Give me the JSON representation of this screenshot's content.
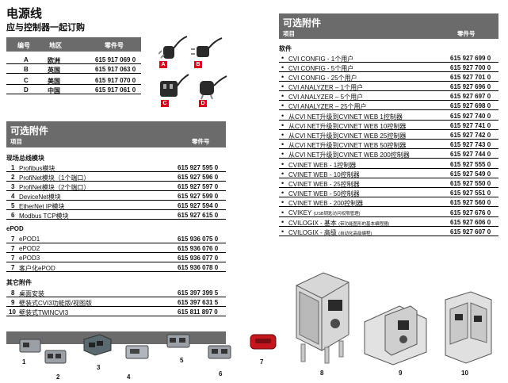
{
  "cords": {
    "title": "电源线",
    "subtitle": "应与控制器一起订购",
    "headers": {
      "code": "编号",
      "region": "地区",
      "part": "零件号"
    },
    "rows": [
      {
        "code": "A",
        "region": "欧洲",
        "part": "615 917 069 0"
      },
      {
        "code": "B",
        "region": "英国",
        "part": "615 917 063 0"
      },
      {
        "code": "C",
        "region": "美国",
        "part": "615 917 070 0"
      },
      {
        "code": "D",
        "region": "中国",
        "part": "615 917 061 0"
      }
    ],
    "plug_letters": [
      "A",
      "B",
      "C",
      "D"
    ]
  },
  "left_accessories": {
    "title": "可选附件",
    "col_item": "项目",
    "col_part": "零件号",
    "fieldbus": {
      "heading": "现场总线模块",
      "items": [
        {
          "num": "1",
          "label": "Profibus模块",
          "part": "615 927 595 0"
        },
        {
          "num": "2",
          "label": "ProfiNet模块（1个端口）",
          "part": "615 927 596 0"
        },
        {
          "num": "3",
          "label": "ProfiNet模块（2个端口）",
          "part": "615 927 597 0"
        },
        {
          "num": "4",
          "label": "DeviceNet模块",
          "part": "615 927 599 0"
        },
        {
          "num": "5",
          "label": "EtherNet IP模块",
          "part": "615 927 594 0"
        },
        {
          "num": "6",
          "label": "Modbus TCP模块",
          "part": "615 927 615 0"
        }
      ]
    },
    "epod": {
      "heading": "ePOD",
      "items": [
        {
          "num": "7",
          "label": "ePOD1",
          "part": "615 936 075 0"
        },
        {
          "num": "7",
          "label": "ePOD2",
          "part": "615 936 076 0"
        },
        {
          "num": "7",
          "label": "ePOD3",
          "part": "615 936 077 0"
        },
        {
          "num": "7",
          "label": "客户化ePOD",
          "part": "615 936 078 0"
        }
      ]
    },
    "other": {
      "heading": "其它附件",
      "items": [
        {
          "num": "8",
          "label": "桌面安装",
          "part": "615 397 399 5"
        },
        {
          "num": "9",
          "label": "壁装式CVI3功能版/视图版",
          "part": "615 397 631 5"
        },
        {
          "num": "10",
          "label": "壁装式TWINCVI3",
          "part": "615 811 897 0"
        }
      ]
    }
  },
  "right_accessories": {
    "title": "可选附件",
    "col_item": "项目",
    "col_part": "零件号",
    "software_heading": "软件",
    "groups": [
      [
        {
          "label": "CVI CONFIG - 1个用户",
          "part": "615 927 699 0"
        },
        {
          "label": "CVI CONFIG - 5个用户",
          "part": "615 927 700 0"
        },
        {
          "label": "CVI CONFIG - 25个用户",
          "part": "615 927 701 0"
        }
      ],
      [
        {
          "label": "CVI ANALYZER – 1个用户",
          "part": "615 927 696 0"
        },
        {
          "label": "CVI ANALYZER – 5个用户",
          "part": "615 927 697 0"
        },
        {
          "label": "CVI ANALYZER – 25个用户",
          "part": "615 927 698 0"
        }
      ],
      [
        {
          "label": "从CVI NET升级到CVINET WEB 1控制器",
          "part": "615 927 740 0"
        },
        {
          "label": "从CVI NET升级到CVINET WEB 10控制器",
          "part": "615 927 741 0"
        },
        {
          "label": "从CVI NET升级到CVINET WEB 25控制器",
          "part": "615 927 742 0"
        },
        {
          "label": "从CVI NET升级到CVINET WEB 50控制器",
          "part": "615 927 743 0"
        },
        {
          "label": "从CVI NET升级到CVINET WEB 200控制器",
          "part": "615 927 744 0"
        }
      ],
      [
        {
          "label": "CVINET WEB - 1控制器",
          "part": "615 927 555 0"
        },
        {
          "label": "CVINET WEB - 10控制器",
          "part": "615 927 549 0"
        },
        {
          "label": "CVINET WEB - 25控制器",
          "part": "615 927 550 0"
        },
        {
          "label": "CVINET WEB - 50控制器",
          "part": "615 927 551 0"
        },
        {
          "label": "CVINET WEB - 200控制器",
          "part": "615 927 560 0"
        }
      ],
      [
        {
          "label": "CVIKEY",
          "note": "(USB钥匙访问权限管理)",
          "part": "615 927 676 0"
        },
        {
          "label": "CVILOGIX - 基本",
          "note": "(带功能图形的基本编程器)",
          "part": "615 927 606 0"
        },
        {
          "label": "CVILOGIX - 高级",
          "note": "(自动化高级编程)",
          "part": "615 927 607 0"
        }
      ]
    ]
  },
  "captions": {
    "modules": [
      "1",
      "2",
      "3",
      "4",
      "5",
      "6",
      "7"
    ],
    "mounts": [
      "8",
      "9",
      "10"
    ]
  },
  "colors": {
    "band": "#6b6b6b",
    "letter_red": "#d9001b"
  }
}
